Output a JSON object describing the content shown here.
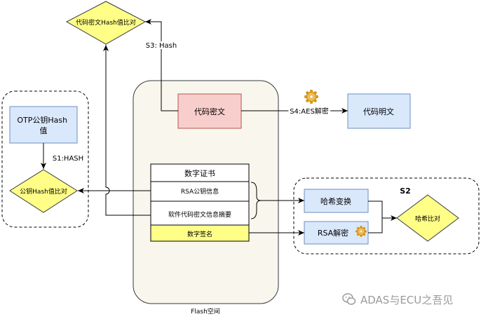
{
  "diagram": {
    "flash_label": "Flash空间",
    "encrypted_code": "代码密文",
    "plain_code": "代码明文",
    "s4_label": "S4:AES解密",
    "s3_label": "S3:  Hash",
    "top_compare": "代码密文Hash值比对",
    "otp_hash": [
      "OTP公钥Hash",
      "值"
    ],
    "s1_label": "S1:HASH",
    "pubkey_compare": "公钥Hash值比对",
    "cert_title": "数字证书",
    "cert_rsa_info": "RSA公钥信息",
    "cert_digest": "软件代码密文信息摘要",
    "cert_signature": "数字签名",
    "s2_label": "S2",
    "hash_transform": "哈希变换",
    "rsa_decrypt": "RSA解密",
    "hash_compare": "哈希比对",
    "colors": {
      "flash_fill": "#f9f7ed",
      "red_fill": "#f8cecc",
      "red_stroke": "#b85450",
      "blue_fill": "#dae8fc",
      "blue_stroke": "#6c8ebf",
      "yellow_fill": "#ffff88",
      "yellow_stroke": "#36393d"
    }
  },
  "watermark": {
    "text": "ADAS与ECU之吾见"
  }
}
